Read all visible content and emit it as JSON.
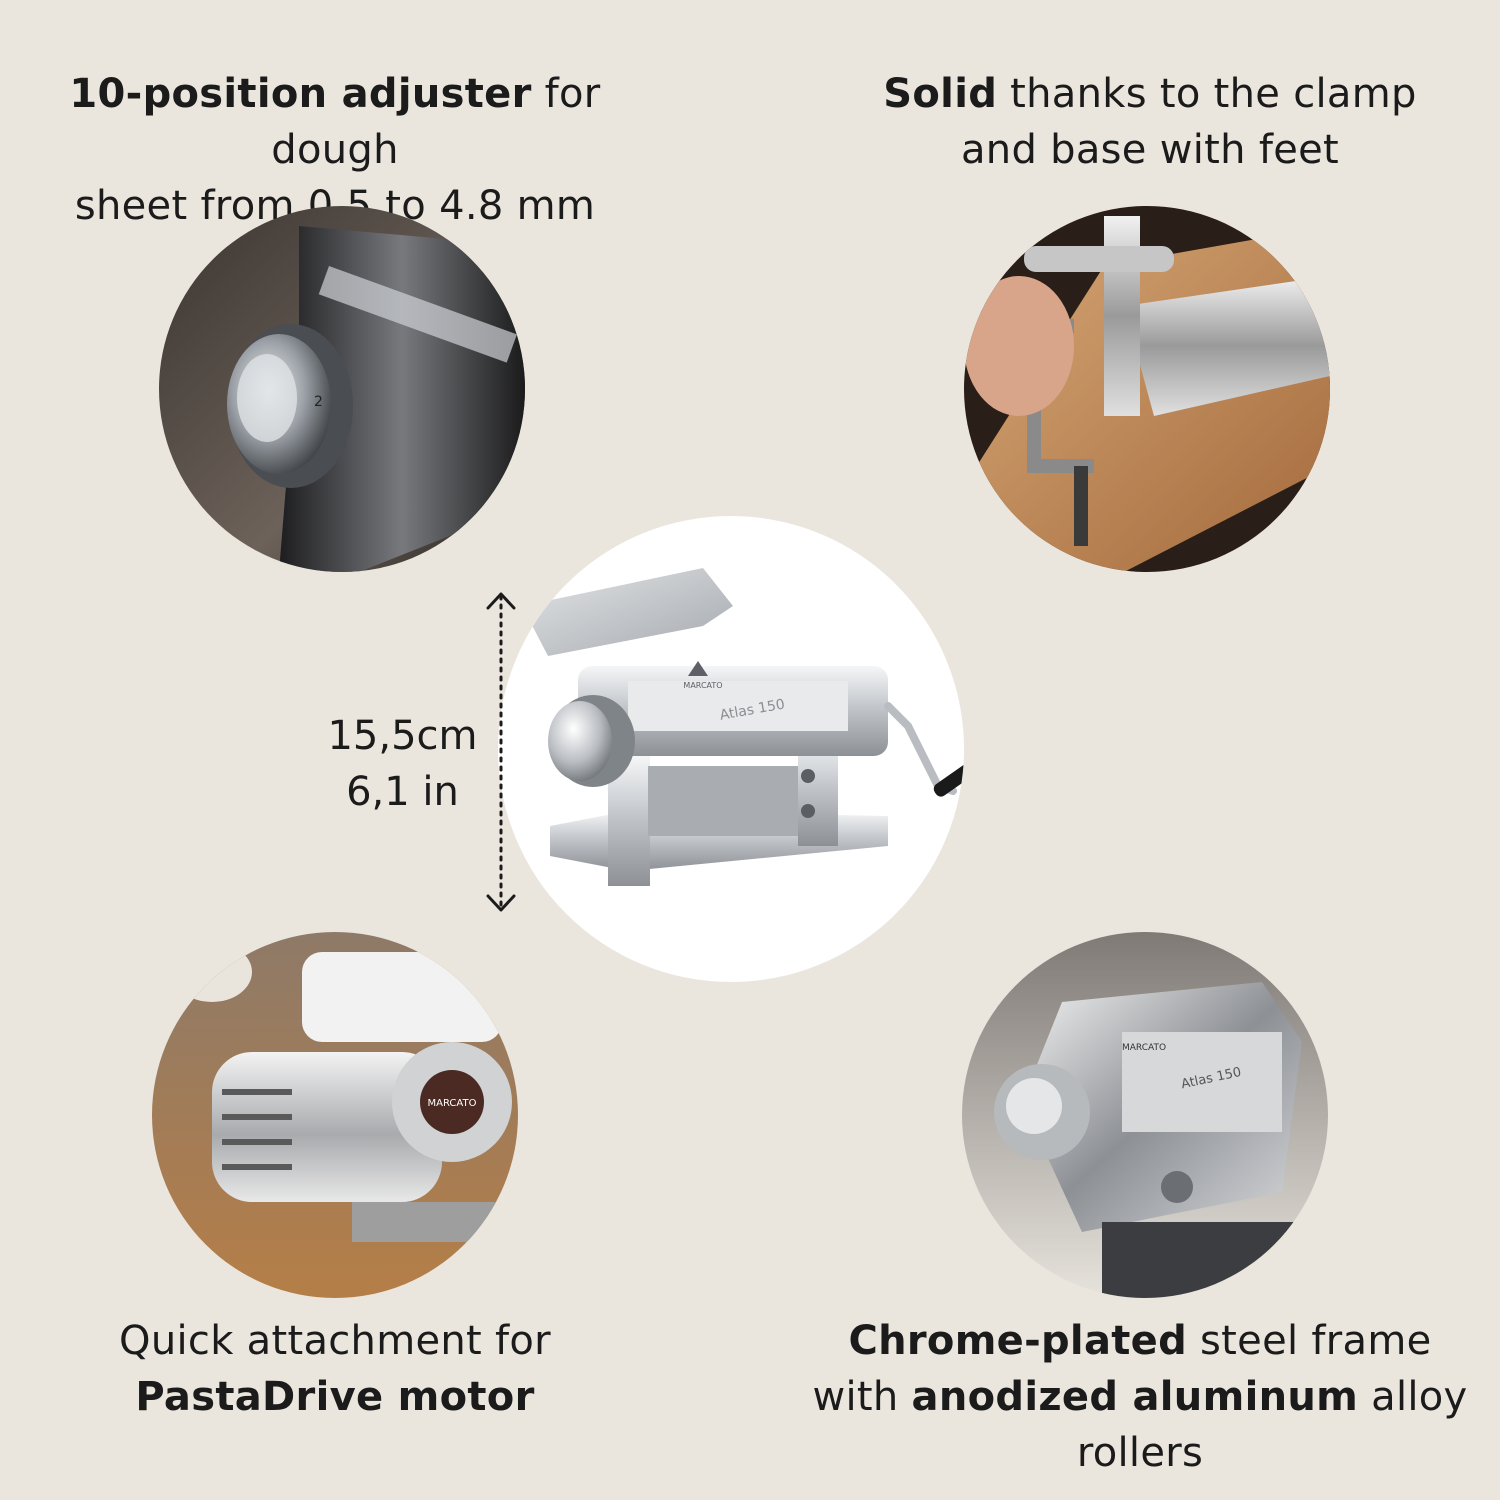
{
  "features": {
    "adjuster": {
      "bold": "10-position adjuster",
      "line1_rest": " for dough",
      "line2": "sheet from 0.5 to 4.8 mm"
    },
    "solid": {
      "bold": "Solid",
      "line1_rest": " thanks to the clamp",
      "line2": "and base with feet"
    },
    "attachment": {
      "line1": "Quick attachment for",
      "bold": "PastaDrive motor"
    },
    "frame": {
      "bold1": "Chrome-plated",
      "line1_rest": " steel frame",
      "line2_pre": "with ",
      "bold2": "anodized aluminum",
      "line2_post": " alloy",
      "line3": "rollers"
    }
  },
  "dimension": {
    "cm": "15,5cm",
    "in": "6,1 in"
  },
  "product": {
    "brand": "MARCATO",
    "model": "Atlas 150"
  },
  "colors": {
    "background": "#ebe6dd",
    "chrome": "#c9cdd2",
    "handle": "#1a1a1a",
    "wood": "#b98252"
  }
}
